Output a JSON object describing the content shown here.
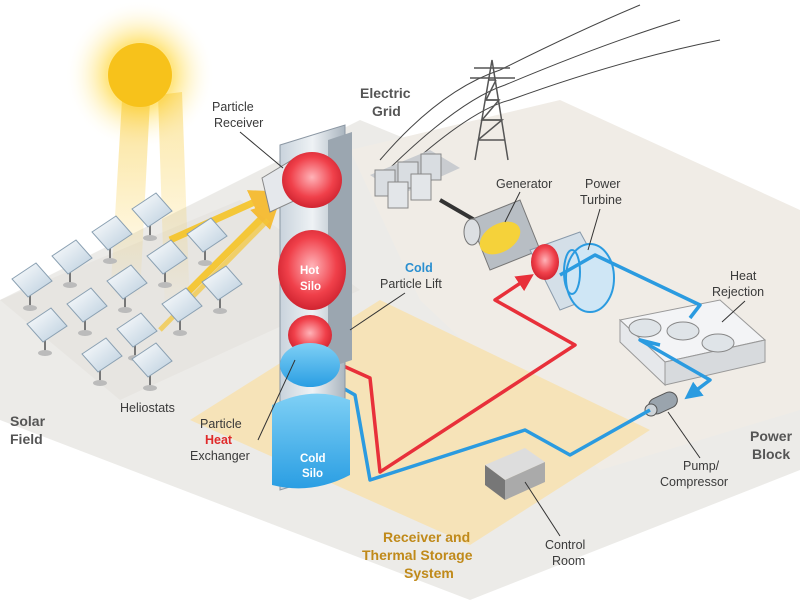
{
  "labels": {
    "particle_receiver": [
      "Particle",
      "Receiver"
    ],
    "electric_grid": [
      "Electric",
      "Grid"
    ],
    "generator": "Generator",
    "power_turbine": [
      "Power",
      "Turbine"
    ],
    "hot_silo": [
      "Hot",
      "Silo"
    ],
    "cold_particle_lift": [
      "Cold",
      "Particle Lift"
    ],
    "heat_rejection": [
      "Heat",
      "Rejection"
    ],
    "heliostats": "Heliostats",
    "particle_heat_exchanger": [
      "Particle",
      "Heat",
      "Exchanger"
    ],
    "cold_silo": [
      "Cold",
      "Silo"
    ],
    "solar_field": [
      "Solar",
      "Field"
    ],
    "power_block": [
      "Power",
      "Block"
    ],
    "pump_compressor": [
      "Pump/",
      "Compressor"
    ],
    "receiver_thermal_storage": [
      "Receiver and",
      "Thermal Storage",
      "System"
    ],
    "control_room": [
      "Control",
      "Room"
    ]
  },
  "colors": {
    "hot": "#e8303a",
    "cold": "#2b9be0",
    "sun": "#f7c21b",
    "storage_zone": "#f6e3b8",
    "ground": "#ebe8e3",
    "label_gold": "#c08a1a"
  },
  "icons": [
    "sun-icon",
    "heliostat-icon",
    "tower-icon",
    "transmission-tower-icon",
    "transformer-icon",
    "generator-icon",
    "turbine-icon",
    "heat-rejection-icon",
    "pump-icon",
    "control-room-icon"
  ]
}
